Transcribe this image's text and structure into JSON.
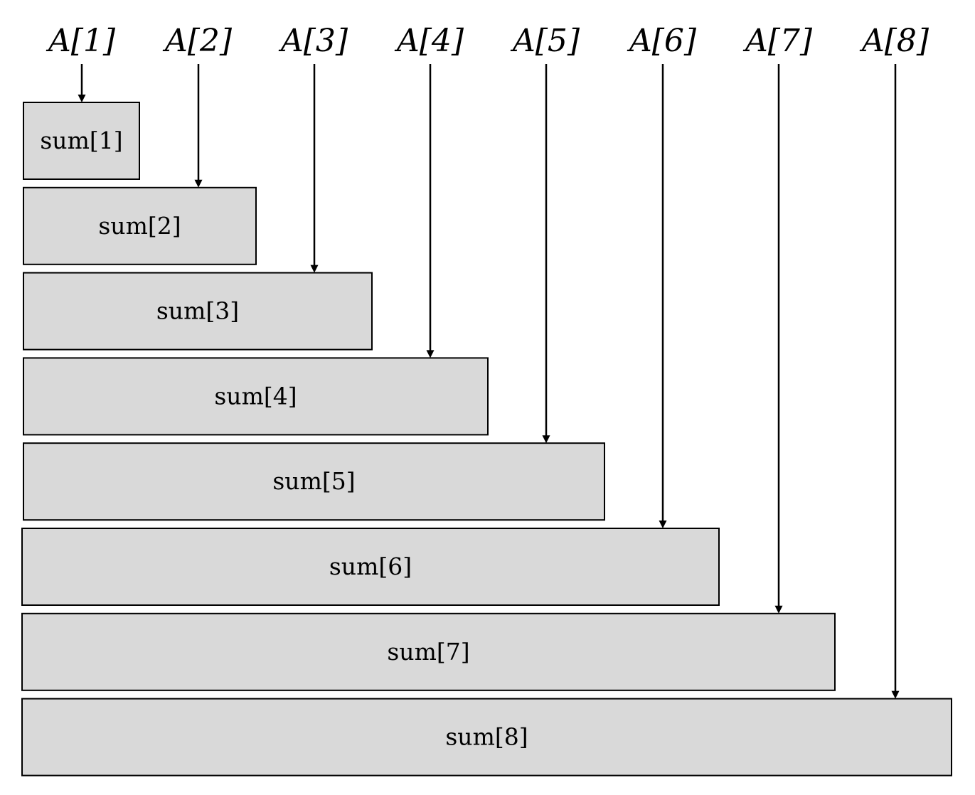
{
  "diagram": {
    "inputs": [
      {
        "id": "A1",
        "label": "A[1]"
      },
      {
        "id": "A2",
        "label": "A[2]"
      },
      {
        "id": "A3",
        "label": "A[3]"
      },
      {
        "id": "A4",
        "label": "A[4]"
      },
      {
        "id": "A5",
        "label": "A[5]"
      },
      {
        "id": "A6",
        "label": "A[6]"
      },
      {
        "id": "A7",
        "label": "A[7]"
      },
      {
        "id": "A8",
        "label": "A[8]"
      }
    ],
    "sums": [
      {
        "id": "sum1",
        "label": "sum[1]"
      },
      {
        "id": "sum2",
        "label": "sum[2]"
      },
      {
        "id": "sum3",
        "label": "sum[3]"
      },
      {
        "id": "sum4",
        "label": "sum[4]"
      },
      {
        "id": "sum5",
        "label": "sum[5]"
      },
      {
        "id": "sum6",
        "label": "sum[6]"
      },
      {
        "id": "sum7",
        "label": "sum[7]"
      },
      {
        "id": "sum8",
        "label": "sum[8]"
      }
    ],
    "edges": [
      {
        "from": "A1",
        "to": "sum1"
      },
      {
        "from": "A2",
        "to": "sum2"
      },
      {
        "from": "A3",
        "to": "sum3"
      },
      {
        "from": "A4",
        "to": "sum4"
      },
      {
        "from": "A5",
        "to": "sum5"
      },
      {
        "from": "A6",
        "to": "sum6"
      },
      {
        "from": "A7",
        "to": "sum7"
      },
      {
        "from": "A8",
        "to": "sum8"
      }
    ],
    "colors": {
      "box_fill": "#d9d9d9",
      "stroke": "#000000",
      "background": "#ffffff"
    }
  }
}
